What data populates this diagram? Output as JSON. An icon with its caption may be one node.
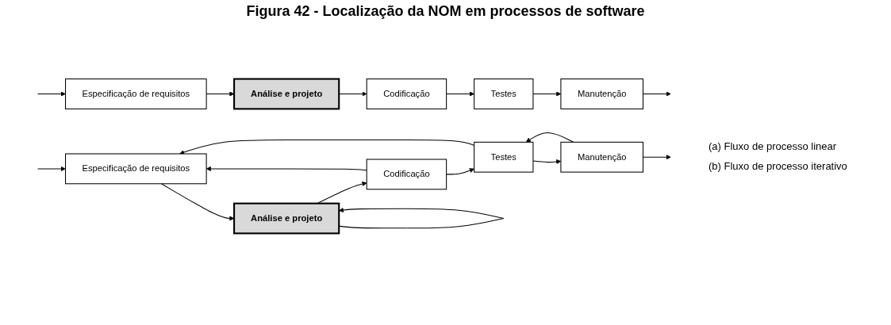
{
  "diagram": {
    "title": "Figura 42 - Localização da NOM em processos de software",
    "nodes": [
      {
        "text": [
          "Especificação de requisitos"
        ]
      },
      {
        "text": [
          "Análise e projeto"
        ]
      },
      {
        "text": [
          "Codificação"
        ]
      },
      {
        "text": [
          "Testes"
        ]
      },
      {
        "text": [
          "Manutenção"
        ]
      },
      {
        "text": [
          "Especificação de requisitos"
        ]
      },
      {
        "text": [
          "Análise e projeto"
        ]
      },
      {
        "text": [
          "Codificação"
        ]
      },
      {
        "text": [
          "Testes"
        ]
      },
      {
        "text": [
          "Manutenção"
        ]
      }
    ],
    "edges": [
      {
        "from": null,
        "to": 0,
        "arrow": "to"
      },
      {
        "from": 0,
        "to": 1,
        "arrow": "to"
      },
      {
        "from": 1,
        "to": 2,
        "arrow": "to"
      },
      {
        "from": 2,
        "to": 3,
        "arrow": "to"
      },
      {
        "from": 3,
        "to": 4,
        "arrow": "to"
      },
      {
        "from": 4,
        "to": null,
        "arrow": "to"
      },
      {
        "from": null,
        "to": 5,
        "arrow": "to"
      },
      {
        "from": 5,
        "to": 6,
        "arrow": "to"
      },
      {
        "from": 6,
        "to": 7,
        "arrow": "to"
      },
      {
        "from": 7,
        "to": 8,
        "arrow": "to"
      },
      {
        "from": 8,
        "to": 9,
        "arrow": "to"
      },
      {
        "from": 9,
        "to": null,
        "arrow": "to"
      },
      {
        "from": 6,
        "to": 6,
        "arrow": "to"
      },
      {
        "from": 7,
        "to": 5,
        "arrow": "to"
      },
      {
        "from": 8,
        "to": 5,
        "arrow": "to"
      },
      {
        "from": 9,
        "to": 8,
        "arrow": "to"
      }
    ],
    "labels": [
      "(a) Fluxo de processo linear",
      "(b) Fluxo de processo iterativo"
    ]
  }
}
